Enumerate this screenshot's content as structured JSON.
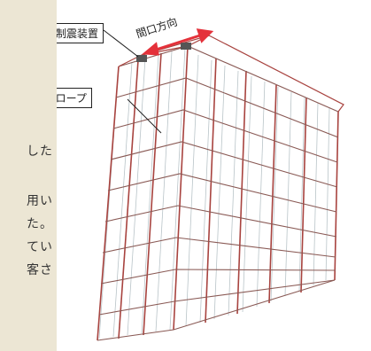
{
  "left_text": {
    "fragments": [
      "した",
      "用い",
      "た。",
      "てい",
      "客さ"
    ]
  },
  "figure": {
    "labels": {
      "damper": "制震装置",
      "wire_rope": "ワイヤーロープ",
      "span_direction": "間口方向"
    },
    "colors": {
      "background": "#ece6d4",
      "frame_red": "#a8433f",
      "arrow_red": "#e4313a",
      "mesh": "#b9c4c8"
    }
  }
}
